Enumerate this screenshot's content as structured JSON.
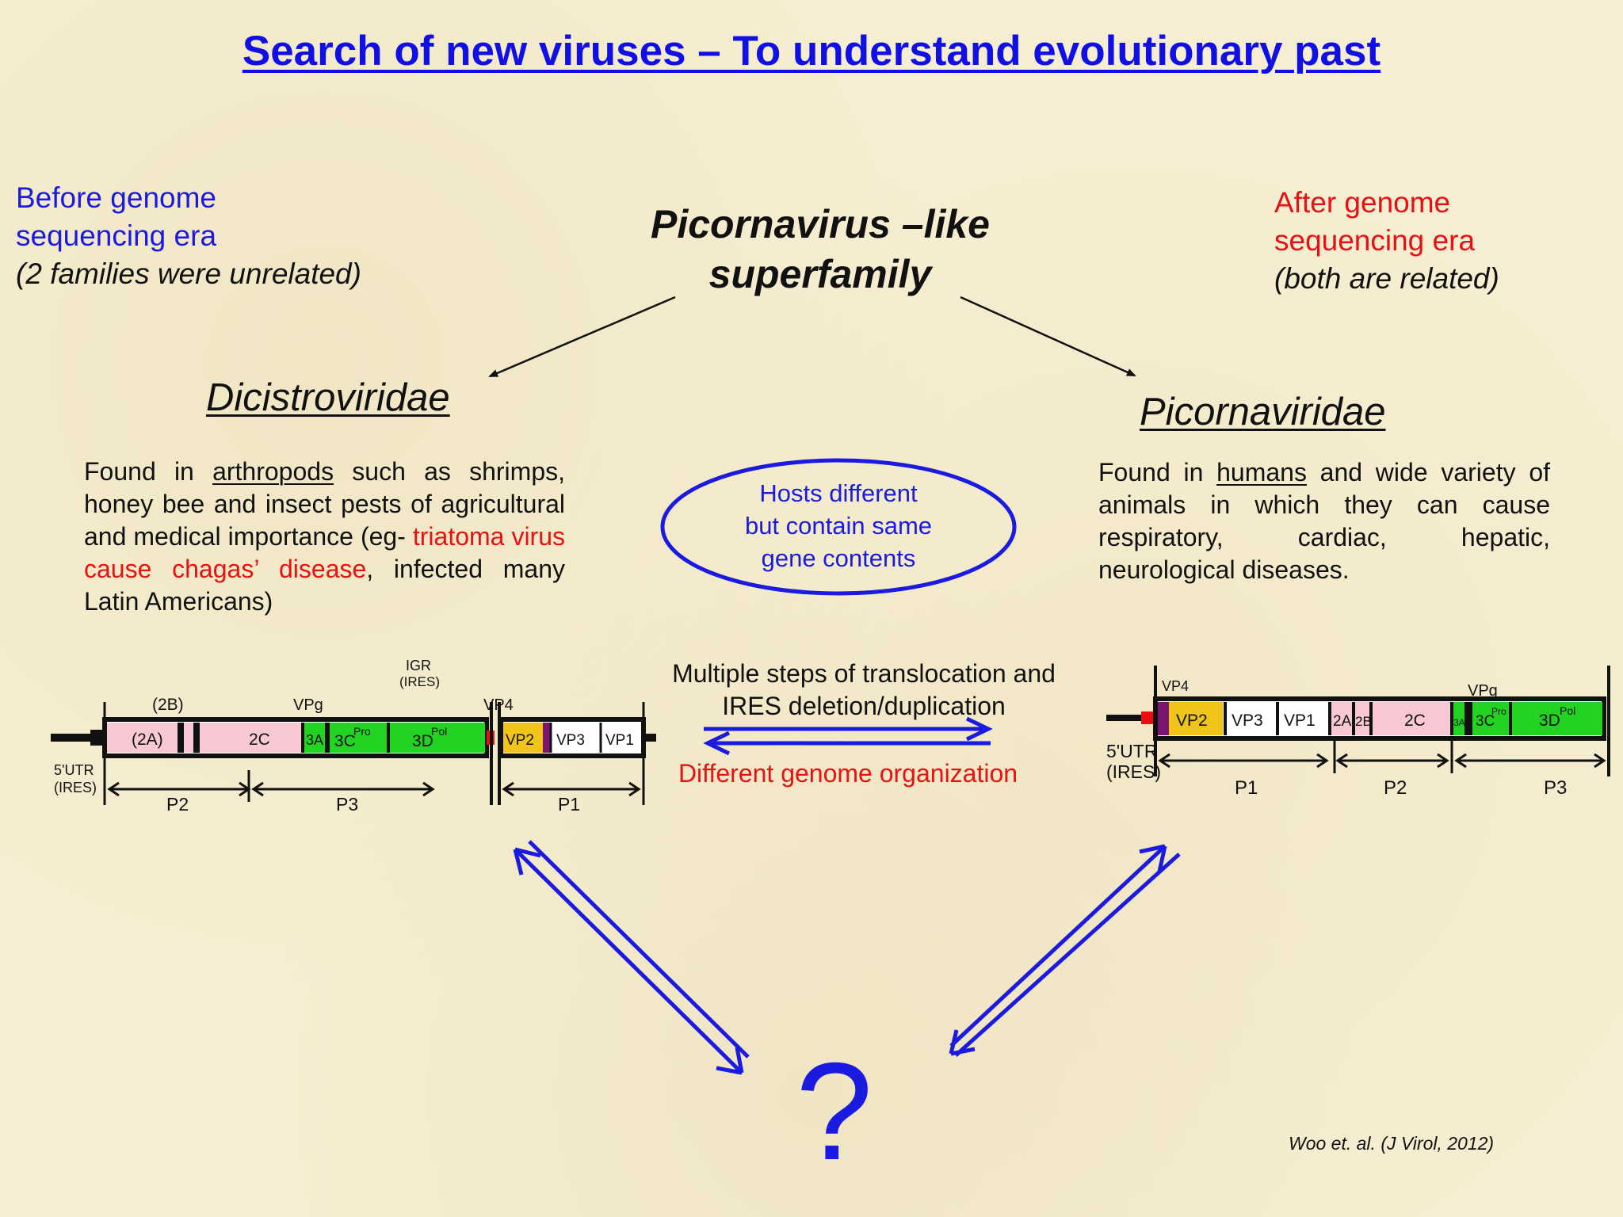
{
  "title": "Search of new viruses – To understand evolutionary past",
  "before": {
    "line1": "Before genome",
    "line2": "sequencing era",
    "note": "(2 families were unrelated)"
  },
  "after": {
    "line1": "After genome",
    "line2": "sequencing era",
    "note": "(both are related)"
  },
  "superfamily": {
    "line1": "Picornavirus –like",
    "line2": "superfamily"
  },
  "dicistro": {
    "name": "Dicistroviridae",
    "desc_pre": "Found in ",
    "desc_host": "arthropods",
    "desc_mid": " such as shrimps, honey bee and insect pests of agricultural and medical importance (eg- ",
    "desc_red": "triatoma virus cause chagas’ disease",
    "desc_post": ", infected many Latin Americans)"
  },
  "picorna": {
    "name": "Picornaviridae",
    "desc_pre": "Found in ",
    "desc_host": "humans",
    "desc_post": " and wide variety of animals in which they can cause respiratory, cardiac, hepatic, neurological diseases."
  },
  "ellipse": {
    "line1": "Hosts different",
    "line2": "but contain same",
    "line3": "gene contents"
  },
  "steps": {
    "line1": "Multiple steps of translocation and",
    "line2": "IRES deletion/duplication"
  },
  "different": "Different genome organization",
  "question": "?",
  "citation": "Woo et. al. (J Virol, 2012)",
  "genome_left": {
    "utr": "5'UTR",
    "ires": "(IRES)",
    "igr": "IGR",
    "igr_ires": "(IRES)",
    "b2a": "(2A)",
    "b2b": "(2B)",
    "b2c": "2C",
    "b3a": "3A",
    "b3c": "3C",
    "pro": "Pro",
    "b3d": "3D",
    "pol": "Pol",
    "vpg": "VPg",
    "vp4": "VP4",
    "vp2": "VP2",
    "vp3": "VP3",
    "vp1": "VP1",
    "p2": "P2",
    "p3": "P3",
    "p1": "P1"
  },
  "genome_right": {
    "utr": "5'UTR",
    "ires": "(IRES)",
    "vp4": "VP4",
    "vpg": "VPg",
    "vp2": "VP2",
    "vp3": "VP3",
    "vp1": "VP1",
    "b2a": "2A",
    "b2b": "2B",
    "b2c": "2C",
    "b3a": "3A",
    "b3c": "3C",
    "pro": "Pro",
    "b3d": "3D",
    "pol": "Pol",
    "p1": "P1",
    "p2": "P2",
    "p3": "P3"
  },
  "colors": {
    "title": "#1010e6",
    "blue": "#1a1ae0",
    "red": "#e81010",
    "pink": "#f8c8d4",
    "green": "#22d322",
    "yellow": "#f0c418",
    "purple": "#7a1670"
  }
}
